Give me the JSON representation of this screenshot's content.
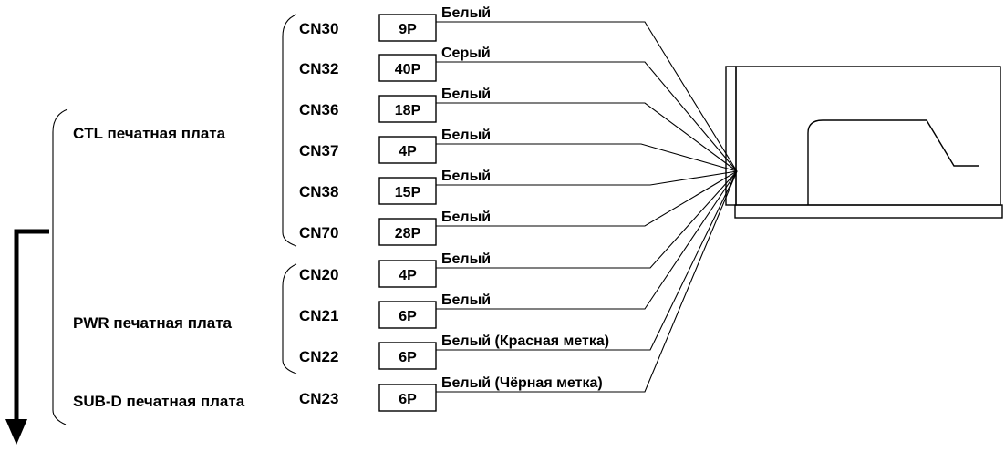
{
  "colors": {
    "ink": "#000000",
    "background": "#ffffff"
  },
  "groups": [
    {
      "id": "ctl",
      "label": "CTL печатная плата"
    },
    {
      "id": "pwr",
      "label": "PWR печатная плата"
    },
    {
      "id": "subd",
      "label": "SUB-D печатная плата"
    }
  ],
  "connectors": [
    {
      "group": "ctl",
      "name": "CN30",
      "pins": "9P",
      "wire": "Белый"
    },
    {
      "group": "ctl",
      "name": "CN32",
      "pins": "40P",
      "wire": "Серый"
    },
    {
      "group": "ctl",
      "name": "CN36",
      "pins": "18P",
      "wire": "Белый"
    },
    {
      "group": "ctl",
      "name": "CN37",
      "pins": "4P",
      "wire": "Белый"
    },
    {
      "group": "ctl",
      "name": "CN38",
      "pins": "15P",
      "wire": "Белый"
    },
    {
      "group": "ctl",
      "name": "CN70",
      "pins": "28P",
      "wire": "Белый"
    },
    {
      "group": "pwr",
      "name": "CN20",
      "pins": "4P",
      "wire": "Белый"
    },
    {
      "group": "pwr",
      "name": "CN21",
      "pins": "6P",
      "wire": "Белый"
    },
    {
      "group": "pwr",
      "name": "CN22",
      "pins": "6P",
      "wire": "Белый (Красная метка)"
    },
    {
      "group": "subd",
      "name": "CN23",
      "pins": "6P",
      "wire": "Белый (Чёрная метка)"
    }
  ],
  "icons": {
    "machine": "sewing-machine-icon",
    "arrow": "arrow-down-icon"
  }
}
